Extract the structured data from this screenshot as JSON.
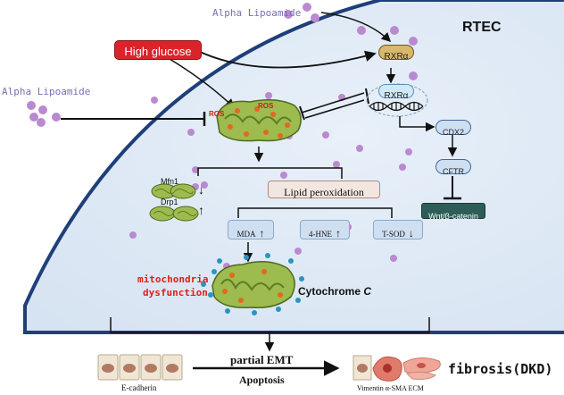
{
  "cell_label": "RTEC",
  "alpha_lipoamide_top": "Alpha Lipoamide",
  "alpha_lipoamide_left": "Alpha Lipoamide",
  "high_glucose": "High glucose",
  "rxra_membrane": "RXRα",
  "rxra_nuclear": "RXRα",
  "ros_left": "ROS",
  "ros_top": "ROS",
  "cdx2": "CDX2",
  "cftr": "CFTR",
  "wnt": "Wnt/β-catenin",
  "mfn1": "Mfn1",
  "drp1": "Drp1",
  "mfn1_arrow": "↓",
  "drp1_arrow": "↑",
  "lipid_peroxidation": "Lipid peroxidation",
  "markers": [
    {
      "name": "MDA",
      "arrow": "↑"
    },
    {
      "name": "4-HNE",
      "arrow": "↑"
    },
    {
      "name": "T-SOD",
      "arrow": "↓"
    }
  ],
  "mito_dysfunction_line1": "mitochondria",
  "mito_dysfunction_line2": "dysfunction",
  "cytochrome": "Cytochrome",
  "cytochrome_c": "C",
  "partial_emt": "partial EMT",
  "apoptosis": "Apoptosis",
  "fibrosis": "fibrosis(DKD)",
  "e_cadherin": "E-cadherin",
  "mesenchymal_markers": "Vimentin α-SMA ECM",
  "colors": {
    "cell_fill": "#dfe9f5",
    "membrane": "#1f3f7a",
    "high_glucose_bg": "#d9242b",
    "wnt_bg": "#2e5d58",
    "pill_bg": "#cfdff2",
    "red_text": "#e0201a",
    "alpha_text": "#7a6fb0",
    "dot": "#b98ad0"
  }
}
